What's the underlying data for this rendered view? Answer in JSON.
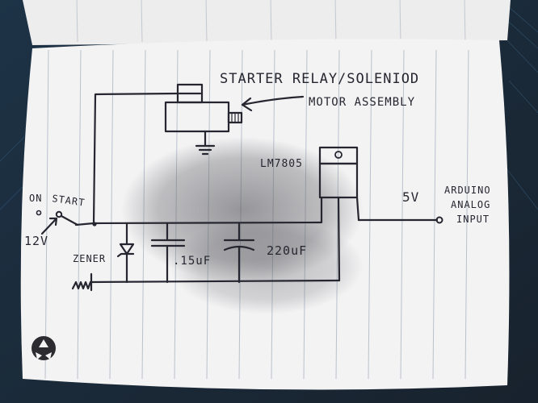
{
  "colors": {
    "background": "#1c2a36",
    "paper": "#f3f3f4",
    "ruled_line": "#b9c1cc",
    "ink": "#262630",
    "shadow": "#6e6e72"
  },
  "labels": {
    "title_line1": "STARTER RELAY/SOLENIOD",
    "title_line2": "MOTOR ASSEMBLY",
    "regulator": "LM7805",
    "switch_on": "ON",
    "switch_start": "START",
    "input_voltage": "12V",
    "output_voltage": "5V",
    "arduino_line1": "ARDUINO",
    "arduino_line2": "ANALOG",
    "arduino_line3": "INPUT",
    "zener": "ZENER",
    "cap_small": ".15uF",
    "cap_large": "220uF"
  },
  "icons": {
    "logo": "recycle-logo-icon",
    "arrow": "pointer-arrow-icon",
    "ground": "ground-symbol-icon"
  }
}
